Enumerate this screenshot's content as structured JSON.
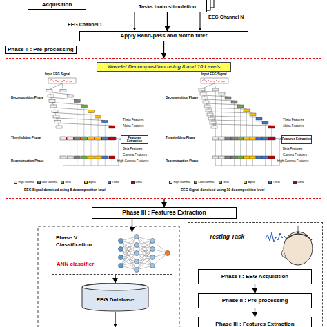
{
  "diagram": {
    "nodes": [
      {
        "text": [
          "Acquisition"
        ]
      },
      {
        "text": [
          "Tasks brain stimulation"
        ]
      },
      {
        "text": [
          "Apply Band-pass and Notch filter"
        ]
      },
      {
        "text": [
          "Phase II : Pre-processing"
        ]
      },
      {
        "text": [
          "Wavelet Decomposition using 8 and 10 Levels"
        ],
        "in": 3
      },
      {
        "text": [
          "Features Extraction"
        ],
        "in": 3
      },
      {
        "text": [
          "Features Extraction"
        ],
        "in": 3
      },
      {
        "text": [
          "Phase III : Features Extraction"
        ]
      },
      {
        "text": [
          "Phase V",
          "Classification",
          "ANN classifier"
        ]
      },
      {
        "text": [
          "EEG Database"
        ]
      },
      {
        "text": [
          "Testing Task"
        ]
      },
      {
        "text": [
          "Phase I : EEG Acquisition"
        ],
        "in": 10
      },
      {
        "text": [
          "Phase II : Pre-processing"
        ],
        "in": 10
      },
      {
        "text": [
          "Phase III : Features Extraction"
        ],
        "in": 10
      }
    ],
    "edges": [
      {
        "from": 1,
        "to": 2,
        "arrow": "to"
      },
      {
        "from": 2,
        "to": 3,
        "arrow": "to"
      },
      {
        "from": 3,
        "to": 7,
        "arrow": "to"
      },
      {
        "from": 7,
        "to": 8,
        "arrow": "to"
      },
      {
        "from": 8,
        "to": 9,
        "arrow": "to"
      },
      {
        "from": 11,
        "to": 12,
        "arrow": "to"
      },
      {
        "from": 12,
        "to": 13,
        "arrow": "to"
      }
    ],
    "labels": [
      "EEG Channel 1",
      "EEG Channel N",
      "Input EEG Signal",
      "Decomposition Phase",
      "Thresholding Phase",
      "Reconstruction Phase",
      "Theta Features",
      "Alpha Features",
      "Beta Features",
      "Gamma Features",
      "High Gamma Features",
      "EEG Signal denoised using 8 decomposition level",
      "Input EEG Signal",
      "Decomposition Phase",
      "Thresholding Phase",
      "Reconstruction Phase",
      "Theta Features",
      "Alpha Features",
      "Beta Features",
      "Gamma Features",
      "High Gamma Features",
      "EEG Signal denoised using 10 decomposition level"
    ],
    "legend": [
      {
        "text": "High Gamma",
        "color": "#e6e6e6"
      },
      {
        "text": "Low Gamma",
        "color": "#7f7f7f"
      },
      {
        "text": "Beta",
        "color": "#70ad47"
      },
      {
        "text": "Alpha",
        "color": "#ffc000"
      },
      {
        "text": "Theta",
        "color": "#4472c4"
      },
      {
        "text": "Delta",
        "color": "#c00000"
      },
      {
        "text": "High Gamma",
        "color": "#e6e6e6"
      },
      {
        "text": "Low Gamma",
        "color": "#7f7f7f"
      },
      {
        "text": "Beta",
        "color": "#70ad47"
      },
      {
        "text": "Alpha",
        "color": "#ffc000"
      },
      {
        "text": "Theta",
        "color": "#4472c4"
      },
      {
        "text": "Delta",
        "color": "#c00000"
      }
    ]
  }
}
